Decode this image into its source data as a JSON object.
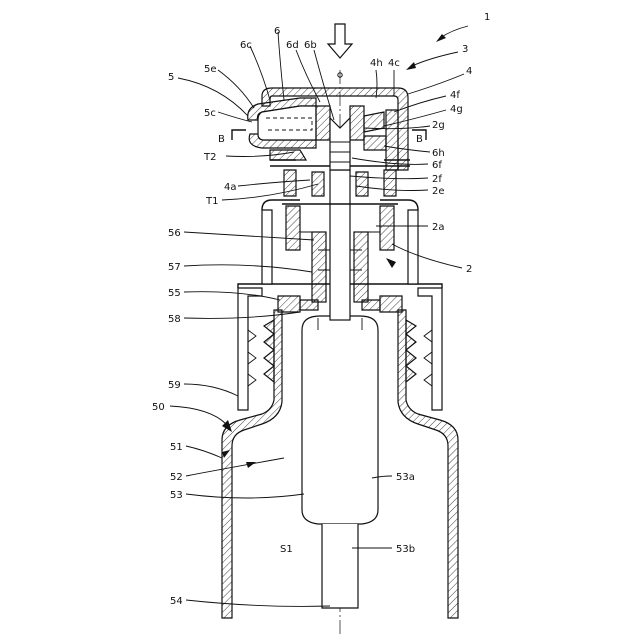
{
  "figure": {
    "labels": {
      "l1": "1",
      "l3": "3",
      "l4": "4",
      "l4h": "4h",
      "l4c": "4c",
      "l4f": "4f",
      "l4g": "4g",
      "l6": "6",
      "l6c": "6c",
      "l6d": "6d",
      "l6b": "6b",
      "l5e": "5e",
      "l5": "5",
      "l5c": "5c",
      "lB1": "B",
      "lB2": "B",
      "l2g": "2g",
      "lT2": "T2",
      "l6h": "6h",
      "l6f": "6f",
      "l2f": "2f",
      "l4a": "4a",
      "l2e": "2e",
      "lT1": "T1",
      "l2a": "2a",
      "l56": "56",
      "l2": "2",
      "l57": "57",
      "l55": "55",
      "l58": "58",
      "l59": "59",
      "l50": "50",
      "l51": "51",
      "l52": "52",
      "l53a": "53a",
      "l53": "53",
      "lS1": "S1",
      "l53b": "53b",
      "l54": "54"
    },
    "line_color": "#111111",
    "background": "#ffffff",
    "direction_arrow_icon": "down-arrow-icon"
  }
}
